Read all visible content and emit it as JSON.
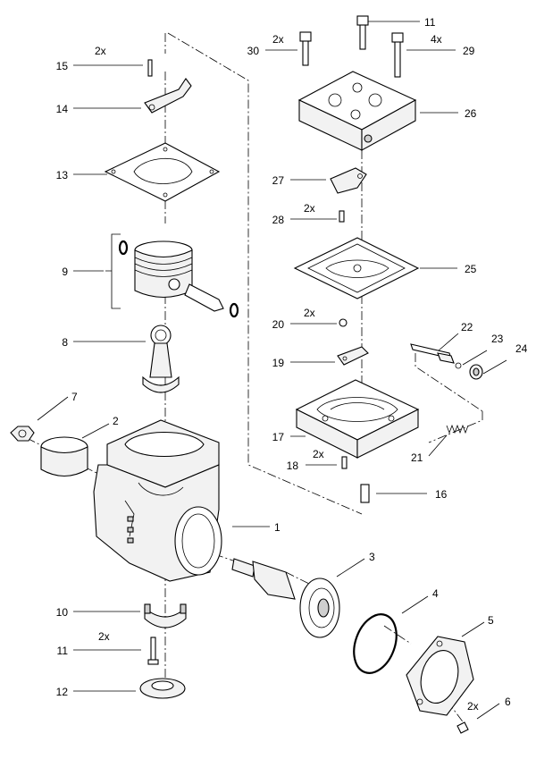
{
  "callouts": [
    {
      "number": "1",
      "qty": ""
    },
    {
      "number": "2",
      "qty": ""
    },
    {
      "number": "3",
      "qty": ""
    },
    {
      "number": "4",
      "qty": ""
    },
    {
      "number": "5",
      "qty": ""
    },
    {
      "number": "6",
      "qty": "2x"
    },
    {
      "number": "7",
      "qty": ""
    },
    {
      "number": "8",
      "qty": ""
    },
    {
      "number": "9",
      "qty": ""
    },
    {
      "number": "10",
      "qty": ""
    },
    {
      "number": "11",
      "qty": "2x"
    },
    {
      "number": "12",
      "qty": ""
    },
    {
      "number": "13",
      "qty": ""
    },
    {
      "number": "14",
      "qty": ""
    },
    {
      "number": "15",
      "qty": "2x"
    },
    {
      "number": "16",
      "qty": ""
    },
    {
      "number": "17",
      "qty": ""
    },
    {
      "number": "18",
      "qty": "2x"
    },
    {
      "number": "19",
      "qty": ""
    },
    {
      "number": "20",
      "qty": "2x"
    },
    {
      "number": "21",
      "qty": ""
    },
    {
      "number": "22",
      "qty": ""
    },
    {
      "number": "23",
      "qty": ""
    },
    {
      "number": "24",
      "qty": ""
    },
    {
      "number": "25",
      "qty": ""
    },
    {
      "number": "26",
      "qty": ""
    },
    {
      "number": "27",
      "qty": ""
    },
    {
      "number": "28",
      "qty": "2x"
    },
    {
      "number": "29",
      "qty": "4x"
    },
    {
      "number": "11",
      "qty": ""
    },
    {
      "number": "30",
      "qty": "2x"
    }
  ],
  "parts": {
    "cylinder_head": "26",
    "valve_plate": "17",
    "gasket_top": "25",
    "gasket_bottom": "13",
    "piston": "9",
    "connecting_rod": "8",
    "crankcase": "1",
    "crankshaft": "3",
    "o_ring": "4",
    "end_cover": "5",
    "sleeve": "2",
    "nut": "7",
    "bearing_cap": "10",
    "oil_cover": "12"
  }
}
